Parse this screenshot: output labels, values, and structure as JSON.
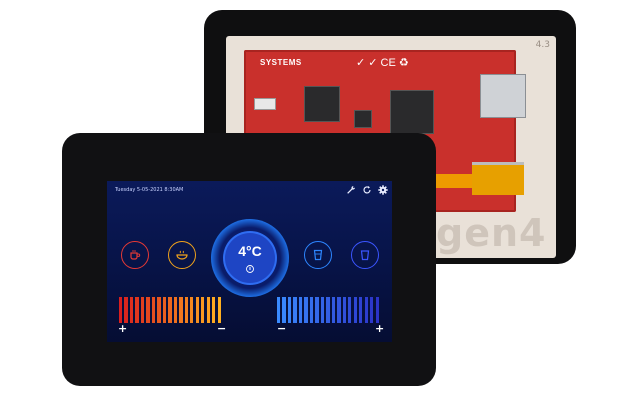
{
  "back_module": {
    "frame_label": "4.3",
    "pcb_brand": "SYSTEMS",
    "pcb_marks": "✓ ✓ CE ♻",
    "engraved_brand": "gen4"
  },
  "screen": {
    "datetime": "Tuesday 5-05-2021 8:30AM",
    "icons": [
      "wrench-icon",
      "refresh-icon",
      "gear-icon"
    ],
    "temperature": "4°C",
    "left_icons": [
      "coffee-cup-icon",
      "soup-bowl-icon"
    ],
    "right_icons": [
      "glass-icon",
      "cup-icon"
    ],
    "left_minus": "+",
    "left_plus": "−",
    "right_minus": "−",
    "right_plus": "+",
    "colors": {
      "heat_start": "#d81e1e",
      "heat_end": "#ffb020",
      "cool_start": "#3a8bff",
      "cool_end": "#2b33c9",
      "left_icon_1": "#e53935",
      "left_icon_2": "#f0a21b",
      "right_icon_1": "#2d86ff",
      "right_icon_2": "#3b55ff"
    }
  }
}
